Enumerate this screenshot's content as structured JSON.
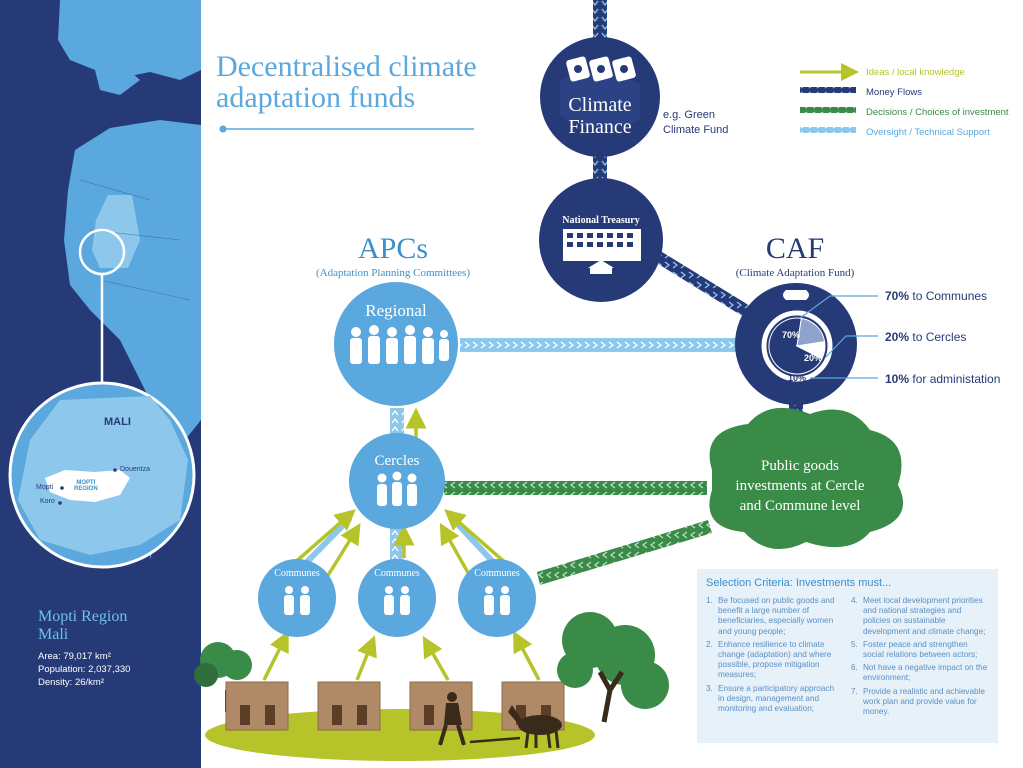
{
  "title": "Decentralised climate adaptation funds",
  "legend": [
    {
      "label": "Ideas / local knowledge",
      "color": "#b6c42a"
    },
    {
      "label": "Money Flows",
      "color": "#263a78"
    },
    {
      "label": "Decisions / Choices of investment",
      "color": "#3a8a48"
    },
    {
      "label": "Oversight / Technical Support",
      "color": "#5aa8dd"
    }
  ],
  "climate_finance": {
    "line1": "Climate",
    "line2": "Finance",
    "note1": "e.g. Green",
    "note2": "Climate Fund"
  },
  "treasury": {
    "label": "National Treasury"
  },
  "apcs": {
    "heading": "APCs",
    "subtitle": "(Adaptation Planning Committees)"
  },
  "caf": {
    "heading": "CAF",
    "subtitle": "(Climate Adaptation Fund)"
  },
  "nodes": {
    "regional": "Regional",
    "cercles": "Cercles",
    "communes": "Communes"
  },
  "public_goods": {
    "line1": "Public goods",
    "line2": "investments at Cercle",
    "line3": "and Commune level"
  },
  "chart_data": {
    "type": "pie",
    "labels": [
      "to Communes",
      "to Cercles",
      "for administation"
    ],
    "values": [
      70,
      20,
      10
    ],
    "value_labels": [
      "70%",
      "20%",
      "10%"
    ]
  },
  "allocations": [
    {
      "pct": "70%",
      "text": " to Communes"
    },
    {
      "pct": "20%",
      "text": " to Cercles"
    },
    {
      "pct": "10%",
      "text": " for administation"
    }
  ],
  "criteria": {
    "title": "Selection Criteria: Investments must...",
    "left": [
      {
        "n": "1.",
        "text": "Be focused on public goods and benefit a large number of beneficiaries, especially women and young people;"
      },
      {
        "n": "2.",
        "text": "Enhance resilience to climate change (adaptation) and where possible, propose mitigation measures;"
      },
      {
        "n": "3.",
        "text": "Ensure a participatory approach in design, management and monitoring and evaluation;"
      }
    ],
    "right": [
      {
        "n": "4.",
        "text": "Meet local development priorities and national strategies and policies on sustainable development and climate change;"
      },
      {
        "n": "5.",
        "text": "Foster peace and strengthen social relations between actors;"
      },
      {
        "n": "6.",
        "text": "Not have a negative impact on the environment;"
      },
      {
        "n": "7.",
        "text": "Provide a realistic and achievable work plan and provide value for money."
      }
    ]
  },
  "map": {
    "country": "MALI",
    "places": [
      "Douentza",
      "Mopti",
      "Koro"
    ],
    "region_label1": "MOPTI",
    "region_label2": "REGION"
  },
  "region": {
    "name1": "Mopti Region",
    "name2": "Mali",
    "area": "Area: 79,017 km²",
    "population": "Population: 2,037,330",
    "density": "Density: 26/km²"
  },
  "colors": {
    "navy": "#263a78",
    "light_blue": "#5aa8dd",
    "green": "#3a8a48",
    "lime": "#b6c42a"
  }
}
